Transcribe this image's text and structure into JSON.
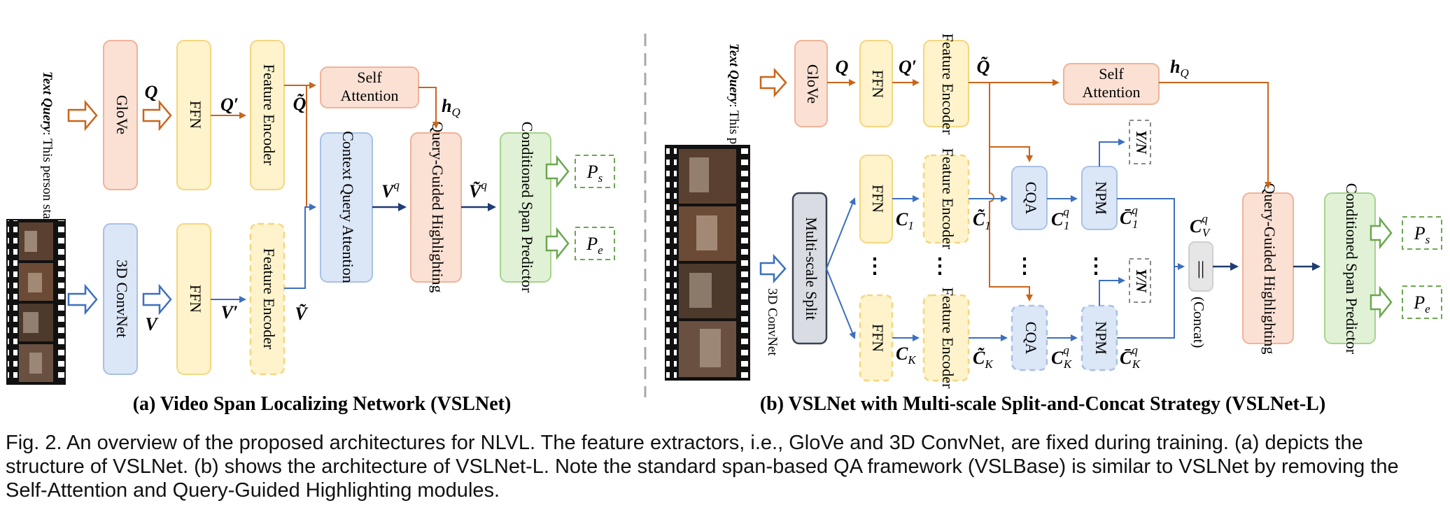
{
  "colors": {
    "orange_fill": "#fbe0d4",
    "orange_stroke": "#f0b399",
    "yellow_fill": "#fff3cc",
    "yellow_stroke": "#f5d680",
    "blue_fill": "#dbe6f6",
    "blue_stroke": "#a9c1e6",
    "green_fill": "#e0f1d6",
    "green_stroke": "#a8d38d",
    "gray_fill": "#d9dde3",
    "gray_stroke": "#3b4252",
    "arrow_orange": "#c8651b",
    "arrow_blue": "#3c6fbf",
    "arrow_navy": "#1f3c73",
    "dashed_gray": "#8a8a8a",
    "dashed_green": "#6aa84f"
  },
  "panel_a": {
    "query_label": "Text Query",
    "query_text": ": This person starts cooking at the stove.",
    "glove": "GloVe",
    "ffn_q": "FFN",
    "fe_q": "Feature Encoder",
    "self_attention_1": "Self",
    "self_attention_2": "Attention",
    "conv3d": "3D ConvNet",
    "ffn_v": "FFN",
    "fe_v": "Feature Encoder",
    "cqa": "Context Query Attention",
    "qgh": "Query-Guided Highlighting",
    "csp": "Conditioned Span Predictor",
    "sym_Q": "Q",
    "sym_Qp": "Q′",
    "sym_Qt": "Q̃",
    "sym_V": "V",
    "sym_Vp": "V′",
    "sym_Vt": "Ṽ",
    "sym_hQ": "h",
    "sym_hQ_sub": "Q",
    "sym_Vq": "V",
    "sym_Vq_sup": "q",
    "sym_Vtq": "Ṽ",
    "sym_Vtq_sup": "q",
    "ps": "P",
    "ps_sub": "s",
    "pe": "P",
    "pe_sub": "e",
    "caption": "(a) Video Span Localizing Network (VSLNet)"
  },
  "panel_b": {
    "query_label": "Text Query",
    "query_text": ": This person starts cooking at the stove.",
    "glove": "GloVe",
    "ffn_q": "FFN",
    "fe_q": "Feature Encoder",
    "self_attention_1": "Self",
    "self_attention_2": "Attention",
    "conv3d": "3D ConvNet",
    "split": "Multi-scale Split",
    "ffn": "FFN",
    "fe": "Feature Encoder",
    "cqa": "CQA",
    "npm": "NPM",
    "yn": "Y/N",
    "concat_sym": "||",
    "concat_label": "(Concat)",
    "qgh": "Query-Guided Highlighting",
    "csp": "Conditioned Span Predictor",
    "dots": "⋮",
    "sym_Q": "Q",
    "sym_Qp": "Q′",
    "sym_Qt": "Q̃",
    "sym_hQ": "h",
    "sym_hQ_sub": "Q",
    "sym_C": "C",
    "sub_1": "1",
    "sub_K": "K",
    "sym_Ct": "C̃",
    "sym_Cq_sup": "q",
    "sym_Cbar": "C̄",
    "sym_CV": "C",
    "sym_CV_sub": "V",
    "sym_CV_sup": "q",
    "ps": "P",
    "ps_sub": "s",
    "pe": "P",
    "pe_sub": "e",
    "caption": "(b) VSLNet with Multi-scale Split-and-Concat Strategy (VSLNet-L)"
  },
  "figure_caption": "Fig. 2. An overview of the proposed architectures for NLVL. The feature extractors, i.e., GloVe and 3D ConvNet, are fixed during training. (a) depicts the structure of VSLNet. (b) shows the architecture of VSLNet-L. Note the standard span-based QA framework (VSLBase) is similar to VSLNet by removing the Self-Attention and Query-Guided Highlighting modules."
}
